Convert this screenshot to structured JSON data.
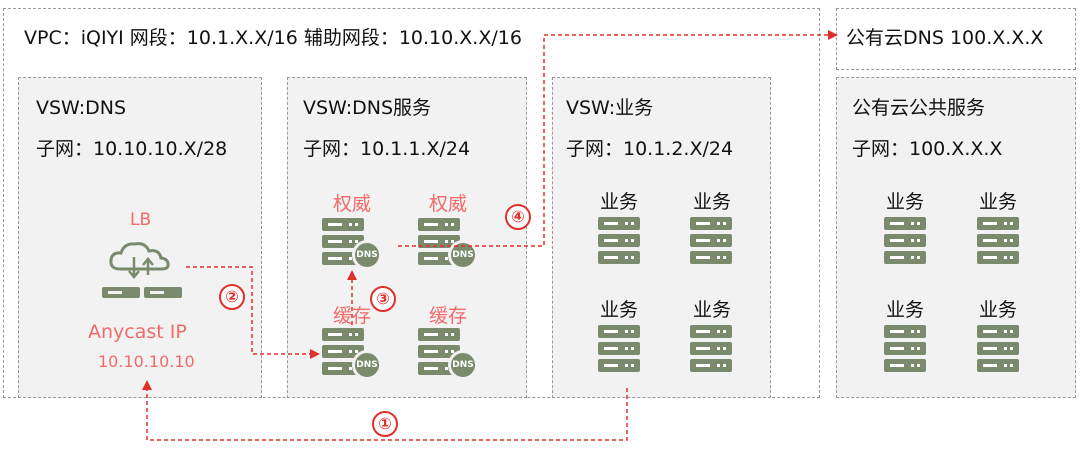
{
  "vpc": {
    "label": "VPC：iQIYI   网段：10.1.X.X/16   辅助网段：10.10.X.X/16"
  },
  "public_dns": {
    "label": "公有云DNS  100.X.X.X"
  },
  "panels": {
    "dns": {
      "title": "VSW:DNS",
      "subnet": "子网：10.10.10.X/28",
      "lb_label": "LB",
      "anycast": "Anycast IP",
      "anycast_ip": "10.10.10.10"
    },
    "dns_service": {
      "title": "VSW:DNS服务",
      "subnet": "子网：10.1.1.X/24",
      "auth_label": "权威",
      "cache_label": "缓存",
      "badge": "DNS"
    },
    "business": {
      "title": "VSW:业务",
      "subnet": "子网：10.1.2.X/24",
      "server_label": "业务"
    },
    "public_service": {
      "title": "公有云公共服务",
      "subnet": "子网：100.X.X.X",
      "server_label": "业务"
    }
  },
  "steps": [
    "①",
    "②",
    "③",
    "④"
  ],
  "colors": {
    "accent": "#e0302b",
    "label_red": "#f26b6b",
    "server": "#7a8a6d",
    "panel_bg": "#f2f2f2"
  }
}
